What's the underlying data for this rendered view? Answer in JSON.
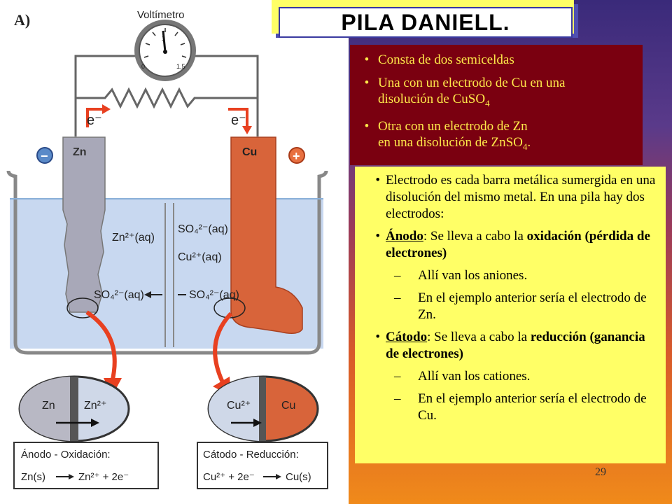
{
  "title": "PILA DANIELL.",
  "figure": {
    "label_a": "A)",
    "voltmeter": "Voltímetro",
    "meter_scale": [
      "0",
      "1",
      "1,5"
    ],
    "electron_left": "e⁻",
    "electron_right": "e⁻",
    "minus": "−",
    "plus": "+",
    "zn_label": "Zn",
    "cu_label": "Cu",
    "ion_zn": "Zn²⁺(aq)",
    "ion_so4_right": "SO₄²⁻(aq)",
    "ion_cu": "Cu²⁺(aq)",
    "ion_so4_left": "SO₄²⁻(aq)",
    "ion_so4_bridge": "SO₄²⁻(aq)",
    "anode_left": "Zn",
    "anode_right": "Zn²⁺",
    "cathode_left": "Cu²⁺",
    "cathode_right": "Cu",
    "anode_title": "Ánodo - Oxidación:",
    "anode_eq_a": "Zn(s)",
    "anode_eq_b": "Zn²⁺ + 2e⁻",
    "cathode_title": "Cátodo - Reducción:",
    "cathode_eq_a": "Cu²⁺ + 2e⁻",
    "cathode_eq_b": "Cu(s)",
    "colors": {
      "zinc": "#a8a8b8",
      "copper": "#d8643a",
      "solution": "#c8d8f0",
      "arrow_red": "#e84020"
    }
  },
  "red_box": {
    "bullet": "•",
    "item1": "Consta de dos semiceldas",
    "item2a": "Una con un electrodo de Cu en una",
    "item2b": "disolución de CuSO",
    "item2b_sub": "4",
    "item3a": "Otra con un electrodo de Zn",
    "item3b": "en una disolución de ZnSO",
    "item3b_sub": "4",
    "item3b_end": "."
  },
  "yellow_box": {
    "bullet": "•",
    "dash": "–",
    "p1": "Electrodo es cada barra metálica sumergida en una disolución del mismo metal. En una pila hay dos electrodos:",
    "anodo_term": "Ánodo",
    "anodo_mid": ": Se lleva a cabo la ",
    "anodo_bold": "oxidación",
    "anodo_paren": "(pérdida de electrones)",
    "anodo_sub1": "Allí van los aniones.",
    "anodo_sub2": "En el ejemplo anterior sería el electrodo de Zn.",
    "catodo_term": "Cátodo",
    "catodo_mid": ": Se lleva a cabo la ",
    "catodo_bold": "reducción",
    "catodo_paren": "(ganancia de electrones)",
    "catodo_sub1": "Allí van los cationes.",
    "catodo_sub2": "En el ejemplo anterior sería el electrodo de Cu."
  },
  "page_number": "29"
}
